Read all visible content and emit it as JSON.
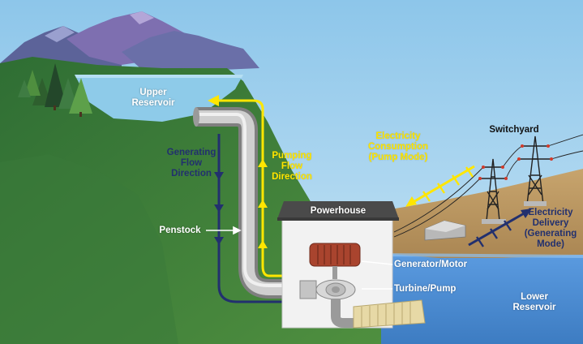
{
  "labels": {
    "upper_reservoir": [
      "Upper",
      "Reservoir"
    ],
    "generating_flow": [
      "Generating",
      "Flow",
      "Direction"
    ],
    "pumping_flow": [
      "Pumping",
      "Flow",
      "Direction"
    ],
    "penstock": "Penstock",
    "powerhouse": "Powerhouse",
    "electricity_consumption": [
      "Electricity",
      "Consumption",
      "(Pump Mode)"
    ],
    "switchyard": "Switchyard",
    "electricity_delivery": [
      "Electricity",
      "Delivery",
      "(Generating",
      "Mode)"
    ],
    "generator_motor": "Generator/Motor",
    "turbine_pump": "Turbine/Pump",
    "lower_reservoir": [
      "Lower",
      "Reservoir"
    ]
  },
  "colors": {
    "sky": "#a6d2ee",
    "mountain": "#6a6fa8",
    "hill": "#3f7c43",
    "upper_water": "#8ecbe9",
    "lower_water": "#4f8fd0",
    "penstock": "#b5b5b5",
    "generating_arrow": "#22306e",
    "pumping_arrow": "#ffe600",
    "powerhouse_roof": "#4a4a4a",
    "powerhouse_wall": "#f2f2f2",
    "generator": "#a9442e"
  }
}
